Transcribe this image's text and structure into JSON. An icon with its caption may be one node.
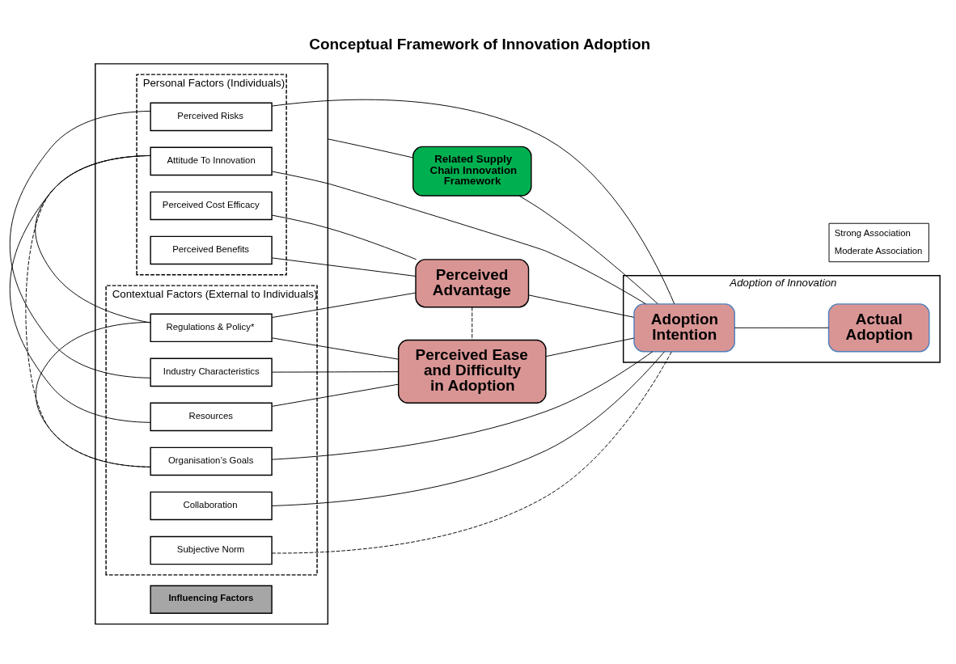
{
  "diagram": {
    "title": "Conceptual Framework of Innovation Adoption",
    "nodes": [
      {
        "text": [],
        "shape": "box"
      },
      {
        "text": [
          "Personal Factors (Individuals)"
        ],
        "in": 0
      },
      {
        "text": [
          "Perceived Risks"
        ],
        "in": 1
      },
      {
        "text": [
          "Attitude To Innovation"
        ],
        "in": 1
      },
      {
        "text": [
          "Perceived Cost Efficacy"
        ],
        "in": 1
      },
      {
        "text": [
          "Perceived Benefits"
        ],
        "in": 1
      },
      {
        "text": [
          "Contextual Factors (External to Individuals)"
        ],
        "in": 0
      },
      {
        "text": [
          "Regulations & Policy*"
        ],
        "in": 6
      },
      {
        "text": [
          "Industry Characteristics"
        ],
        "in": 6
      },
      {
        "text": [
          "Resources"
        ],
        "in": 6
      },
      {
        "text": [
          "Organisation’s Goals"
        ],
        "in": 6
      },
      {
        "text": [
          "Collaboration"
        ],
        "in": 6
      },
      {
        "text": [
          "Subjective Norm"
        ],
        "in": 6
      },
      {
        "text": [
          "Influencing Factors"
        ],
        "in": 0
      },
      {
        "text": [
          "Perceived Advantage"
        ]
      },
      {
        "text": [
          "Perceived Ease and Difficulty in Adoption"
        ]
      },
      {
        "text": [
          "Adoption of Innovation"
        ]
      },
      {
        "text": [
          "Adoption Intention"
        ],
        "in": 16
      },
      {
        "text": [
          "Actual Adoption"
        ],
        "in": 16
      },
      {
        "text": [
          "Related Supply Chain Innovation Framework"
        ]
      }
    ],
    "edges": [
      {
        "from": 2,
        "to": 17,
        "arrow": "none"
      },
      {
        "from": 3,
        "to": 17,
        "arrow": "none"
      },
      {
        "from": 4,
        "to": 14,
        "arrow": "none"
      },
      {
        "from": 5,
        "to": 14,
        "arrow": "none"
      },
      {
        "from": 7,
        "to": 14,
        "arrow": "none"
      },
      {
        "from": 7,
        "to": 15,
        "arrow": "none"
      },
      {
        "from": 8,
        "to": 15,
        "arrow": "none"
      },
      {
        "from": 9,
        "to": 15,
        "arrow": "none"
      },
      {
        "from": 10,
        "to": 17,
        "arrow": "none"
      },
      {
        "from": 11,
        "to": 17,
        "arrow": "none"
      },
      {
        "from": 12,
        "to": 17,
        "arrow": "none",
        "style": "dashed"
      },
      {
        "from": 14,
        "to": 15,
        "arrow": "none",
        "style": "dashed"
      },
      {
        "from": 14,
        "to": 17,
        "arrow": "none"
      },
      {
        "from": 15,
        "to": 17,
        "arrow": "none"
      },
      {
        "from": 17,
        "to": 18,
        "arrow": "none"
      },
      {
        "from": 19,
        "to": 17,
        "arrow": "none"
      },
      {
        "from": 0,
        "to": 19,
        "arrow": "none"
      },
      {
        "from": 2,
        "to": 8,
        "arrow": "none"
      },
      {
        "from": 3,
        "to": 9,
        "arrow": "none"
      },
      {
        "from": 3,
        "to": 7,
        "arrow": "none"
      },
      {
        "from": 3,
        "to": 10,
        "arrow": "none",
        "style": "dashed"
      },
      {
        "from": 7,
        "to": 10,
        "arrow": "none"
      }
    ],
    "legend": [
      {
        "text": "Strong Association"
      },
      {
        "text": "Moderate Association"
      }
    ]
  }
}
